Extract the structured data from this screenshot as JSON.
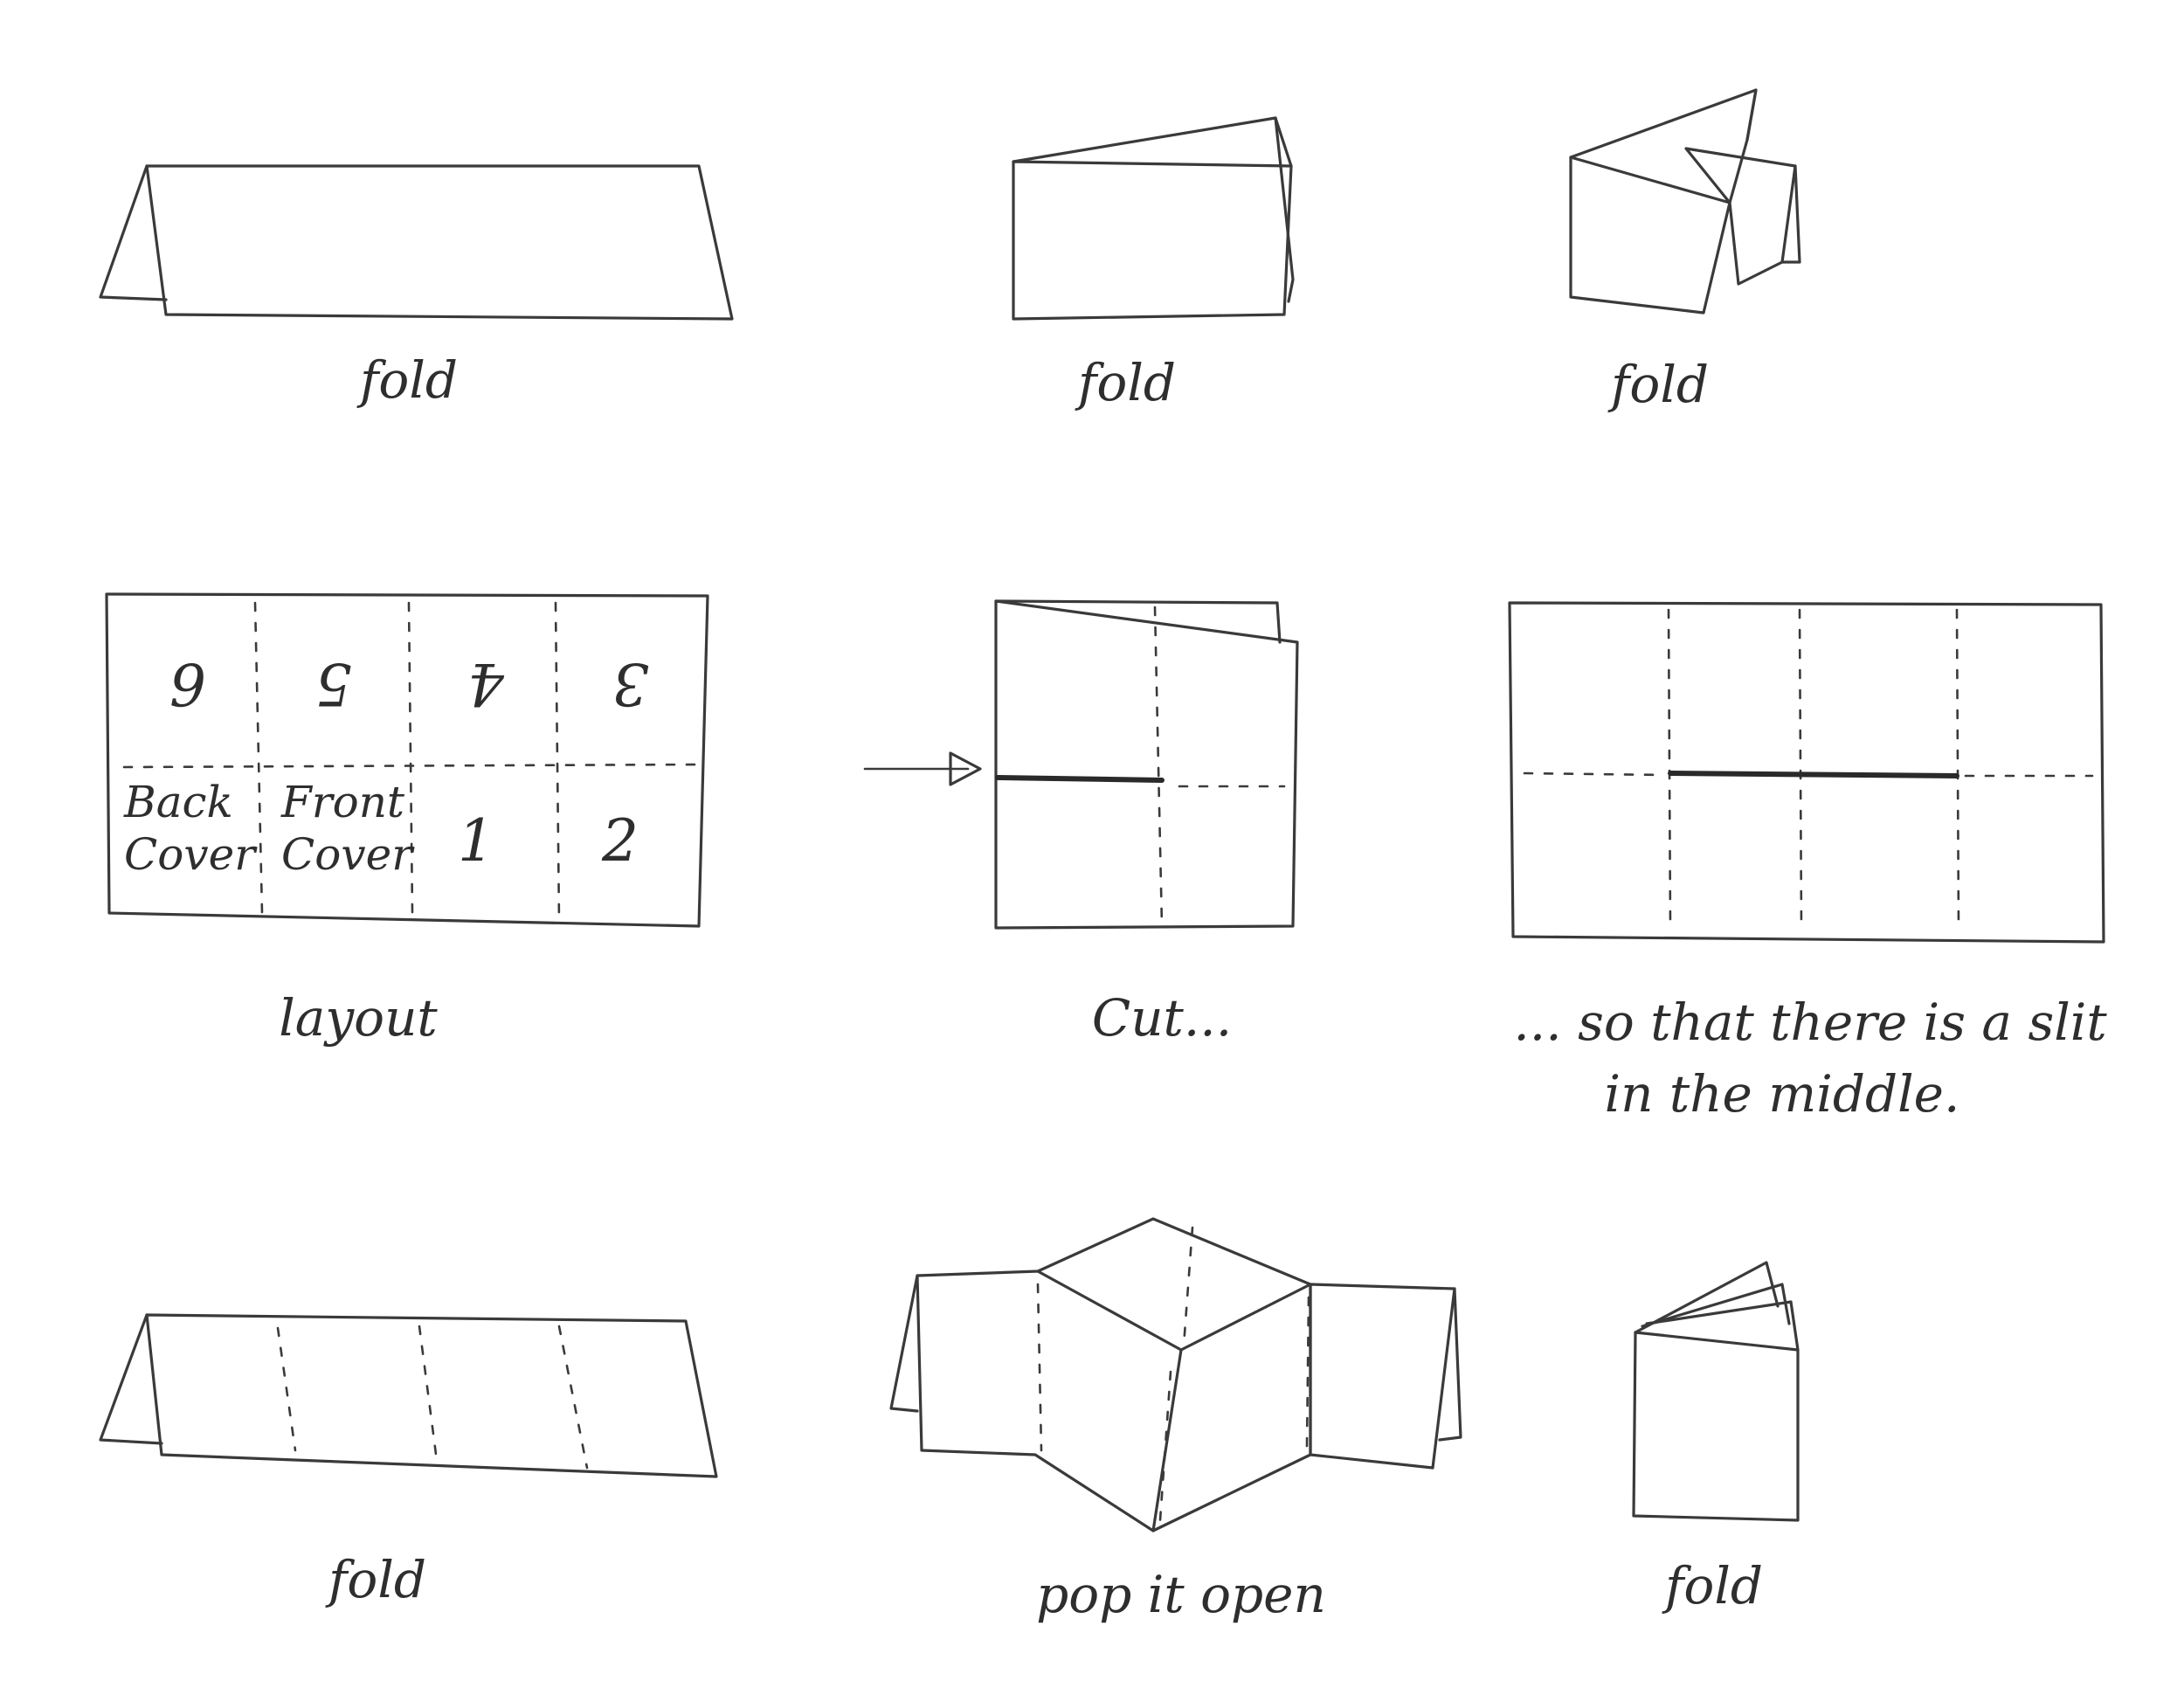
{
  "captions": {
    "fold_1": "fold",
    "fold_2": "fold",
    "fold_3": "fold",
    "layout": "layout",
    "cut": "Cut...",
    "slit_line1": "... so that there is a slit",
    "slit_line2": "in the middle.",
    "fold_4": "fold",
    "pop": "pop it open",
    "fold_5": "fold"
  },
  "layout_cells": {
    "top": [
      "6",
      "5",
      "4",
      "3"
    ],
    "bottom_back_1": "Back",
    "bottom_back_2": "Cover",
    "bottom_front_1": "Front",
    "bottom_front_2": "Cover",
    "bottom_p1": "1",
    "bottom_p2": "2"
  }
}
